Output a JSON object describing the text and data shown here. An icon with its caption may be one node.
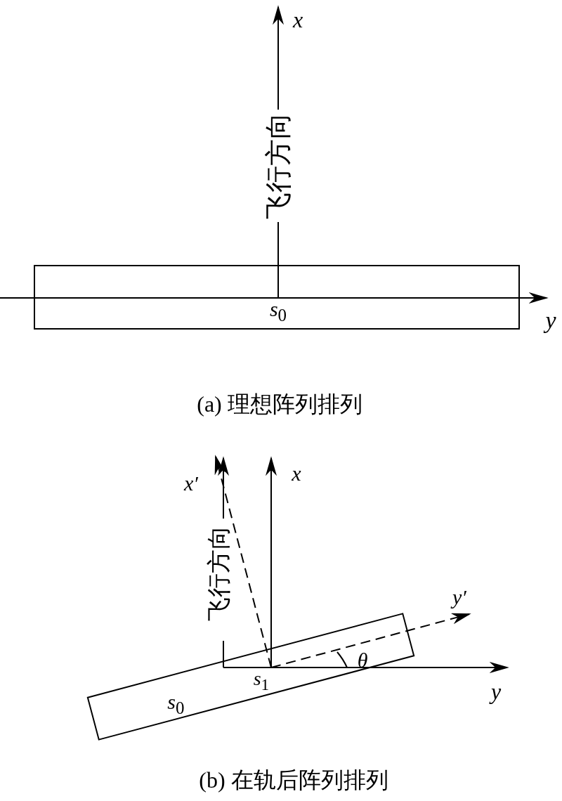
{
  "diagram": {
    "nodes": [
      {
        "text": [
          "*s*$_{0}$"
        ]
      },
      {
        "text": [
          "*s*$_{0}$"
        ]
      }
    ],
    "labels": [
      "x",
      "飞行方向",
      "y",
      "(a) 理想阵列排列",
      "x′",
      "x",
      "飞行方向",
      "y′",
      "θ",
      "*s*$_{1}$",
      "y",
      "(b) 在轨后阵列排列"
    ]
  }
}
